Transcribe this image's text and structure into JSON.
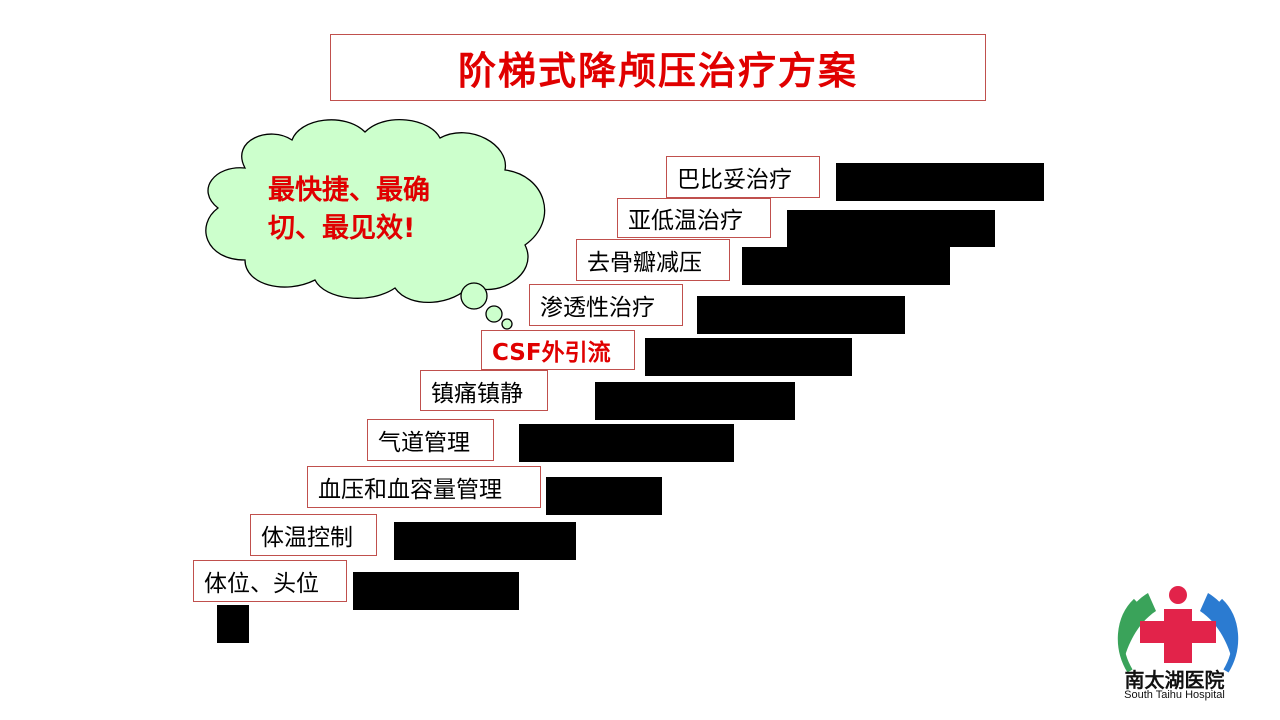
{
  "title": "阶梯式降颅压治疗方案",
  "cloud": {
    "line1": "最快捷、最确",
    "line2": "切、最见效!"
  },
  "steps": [
    {
      "label": "巴比妥治疗",
      "emphasis": false
    },
    {
      "label": "亚低温治疗",
      "emphasis": false
    },
    {
      "label": "去骨瓣减压",
      "emphasis": false
    },
    {
      "label": "渗透性治疗",
      "emphasis": false
    },
    {
      "label": "CSF外引流",
      "emphasis": true
    },
    {
      "label": "镇痛镇静",
      "emphasis": false
    },
    {
      "label": "气道管理",
      "emphasis": false
    },
    {
      "label": "血压和血容量管理",
      "emphasis": false
    },
    {
      "label": "体温控制",
      "emphasis": false
    },
    {
      "label": "体位、头位",
      "emphasis": false
    }
  ],
  "logo": {
    "name_cn": "南太湖医院",
    "name_en": "South Taihu Hospital"
  },
  "colors": {
    "title_red": "#e00000",
    "border_red": "#c0504d",
    "cloud_fill": "#ccffcc",
    "bar": "#000000",
    "logo_cross": "#e2234a",
    "logo_green": "#3aa35a",
    "logo_blue": "#2b7bd1"
  }
}
